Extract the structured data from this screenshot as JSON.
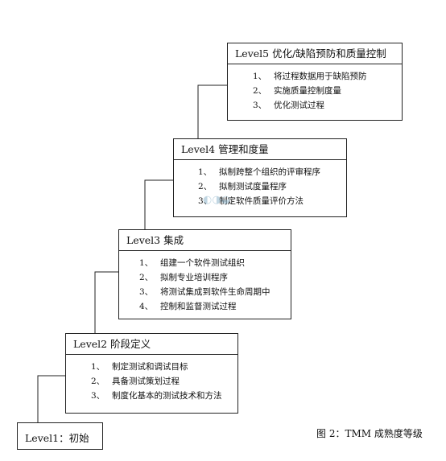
{
  "levels": [
    {
      "title": "Level1：初始",
      "items": []
    },
    {
      "title": "Level2  阶段定义",
      "items": [
        {
          "num": "1、",
          "text": "制定测试和调试目标"
        },
        {
          "num": "2、",
          "text": "具备测试策划过程"
        },
        {
          "num": "3、",
          "text": "制度化基本的测试技术和方法"
        }
      ]
    },
    {
      "title": "Level3  集成",
      "items": [
        {
          "num": "1、",
          "text": "组建一个软件测试组织"
        },
        {
          "num": "2、",
          "text": "拟制专业培训程序"
        },
        {
          "num": "3、",
          "text": "将测试集成到软件生命周期中"
        },
        {
          "num": "4、",
          "text": "控制和监督测试过程"
        }
      ]
    },
    {
      "title": "Level4  管理和度量",
      "items": [
        {
          "num": "1、",
          "text": "拟制跨整个组织的评审程序"
        },
        {
          "num": "2、",
          "text": "拟制测试度量程序"
        },
        {
          "num": "3、",
          "text": "制定软件质量评价方法"
        }
      ]
    },
    {
      "title": "Level5  优化/缺陷预防和质量控制",
      "items": [
        {
          "num": "1、",
          "text": "将过程数据用于缺陷预防"
        },
        {
          "num": "2、",
          "text": "实施质量控制度量"
        },
        {
          "num": "3、",
          "text": "优化测试过程"
        }
      ]
    }
  ],
  "caption": "图 2：TMM 成熟度等级"
}
